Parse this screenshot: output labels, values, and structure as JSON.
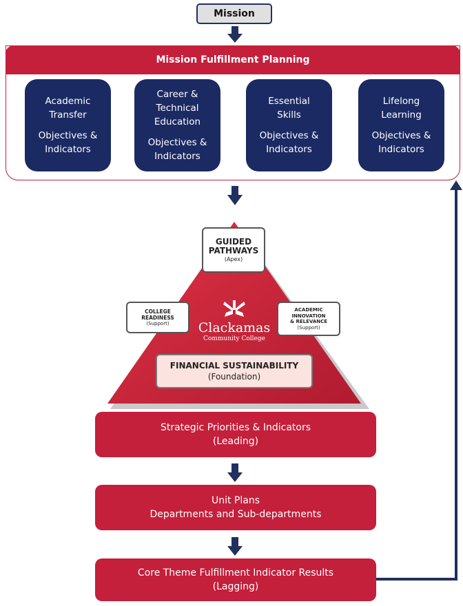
{
  "mission": {
    "label": "Mission"
  },
  "mfp": {
    "title": "Mission Fulfillment Planning"
  },
  "objectives": [
    {
      "line1": "Academic",
      "line2": "Transfer",
      "line3": "",
      "sub1": "Objectives &",
      "sub2": "Indicators"
    },
    {
      "line1": "Career &",
      "line2": "Technical",
      "line3": "Education",
      "sub1": "Objectives &",
      "sub2": "Indicators"
    },
    {
      "line1": "Essential",
      "line2": "Skills",
      "line3": "",
      "sub1": "Objectives &",
      "sub2": "Indicators"
    },
    {
      "line1": "Lifelong",
      "line2": "Learning",
      "line3": "",
      "sub1": "Objectives &",
      "sub2": "Indicators"
    }
  ],
  "pyramid": {
    "apex": {
      "line1": "GUIDED",
      "line2": "PATHWAYS",
      "sub": "(Apex)"
    },
    "left": {
      "line1": "COLLEGE",
      "line2": "READINESS",
      "sub": "(Support)"
    },
    "right": {
      "line1": "ACADEMIC",
      "line2": "INNOVATION",
      "line3": "& RELEVANCE",
      "sub": "(Support)"
    },
    "foundation": {
      "title": "FINANCIAL SUSTAINABILITY",
      "sub": "(Foundation)"
    },
    "logo": {
      "name": "Clackamas",
      "sub": "Community College"
    }
  },
  "strategic": {
    "line1": "Strategic Priorities & Indicators",
    "line2": "(Leading)"
  },
  "unit": {
    "line1": "Unit Plans",
    "line2": "Departments and Sub-departments"
  },
  "core": {
    "line1": "Core Theme Fulfillment Indicator Results",
    "line2": "(Lagging)"
  },
  "colors": {
    "red": "#c41f3b",
    "navy": "#1b2a63",
    "arrow": "#203060"
  }
}
